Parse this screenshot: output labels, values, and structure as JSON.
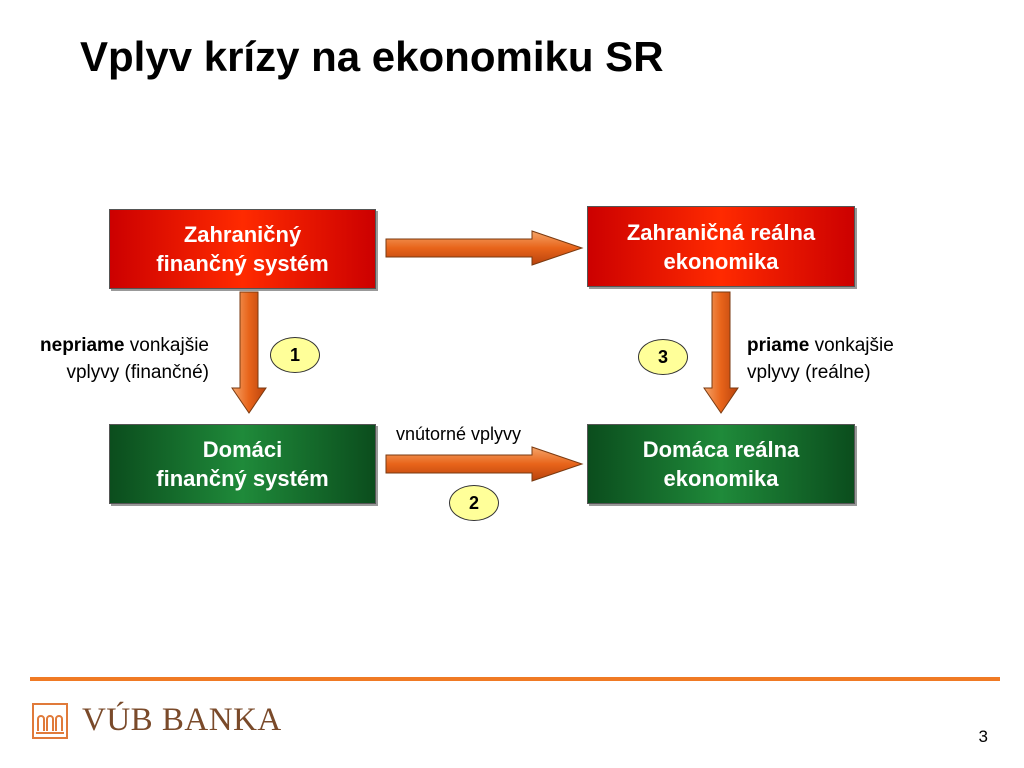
{
  "title": "Vplyv krízy na ekonomiku SR",
  "boxes": {
    "foreign_financial": [
      "Zahraničný",
      "finančný systém"
    ],
    "foreign_real": [
      "Zahraničná reálna",
      "ekonomika"
    ],
    "domestic_financial": [
      "Domáci",
      "finančný systém"
    ],
    "domestic_real": [
      "Domáca reálna",
      "ekonomika"
    ]
  },
  "badges": {
    "one": "1",
    "two": "2",
    "three": "3"
  },
  "notes": {
    "left_bold": "nepriame",
    "left_rest": " vonkajšie",
    "left_line2": "vplyvy (finančné)",
    "right_bold": "priame",
    "right_rest": " vonkajšie",
    "right_line2": "vplyvy (reálne)",
    "middle": "vnútorné vplyvy"
  },
  "footer": {
    "brand": "VÚB BANKA",
    "page": "3"
  },
  "colors": {
    "red_box": "#e00000",
    "green_box": "#17702f",
    "arrow": "#f07a24",
    "badge": "#ffff99",
    "rule": "#f07a24"
  },
  "icons": {
    "logo": "vub-arches-icon"
  }
}
